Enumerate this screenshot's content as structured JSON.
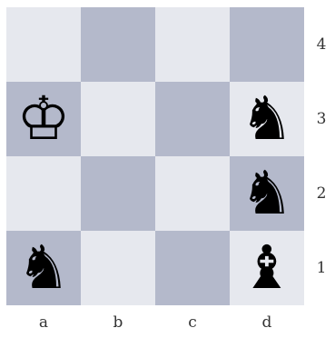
{
  "board": {
    "files": [
      "a",
      "b",
      "c",
      "d"
    ],
    "ranks": [
      "4",
      "3",
      "2",
      "1"
    ],
    "squares": [
      {
        "square": "a4",
        "piece": ""
      },
      {
        "square": "b4",
        "piece": ""
      },
      {
        "square": "c4",
        "piece": ""
      },
      {
        "square": "d4",
        "piece": ""
      },
      {
        "square": "a3",
        "piece": "♔"
      },
      {
        "square": "b3",
        "piece": ""
      },
      {
        "square": "c3",
        "piece": ""
      },
      {
        "square": "d3",
        "piece": "♞"
      },
      {
        "square": "a2",
        "piece": ""
      },
      {
        "square": "b2",
        "piece": ""
      },
      {
        "square": "c2",
        "piece": ""
      },
      {
        "square": "d2",
        "piece": "♞"
      },
      {
        "square": "a1",
        "piece": "♞"
      },
      {
        "square": "b1",
        "piece": ""
      },
      {
        "square": "c1",
        "piece": ""
      },
      {
        "square": "d1",
        "piece": "♝"
      }
    ],
    "colors": {
      "light": "#e6e8ee",
      "dark": "#b4b9cb"
    }
  }
}
